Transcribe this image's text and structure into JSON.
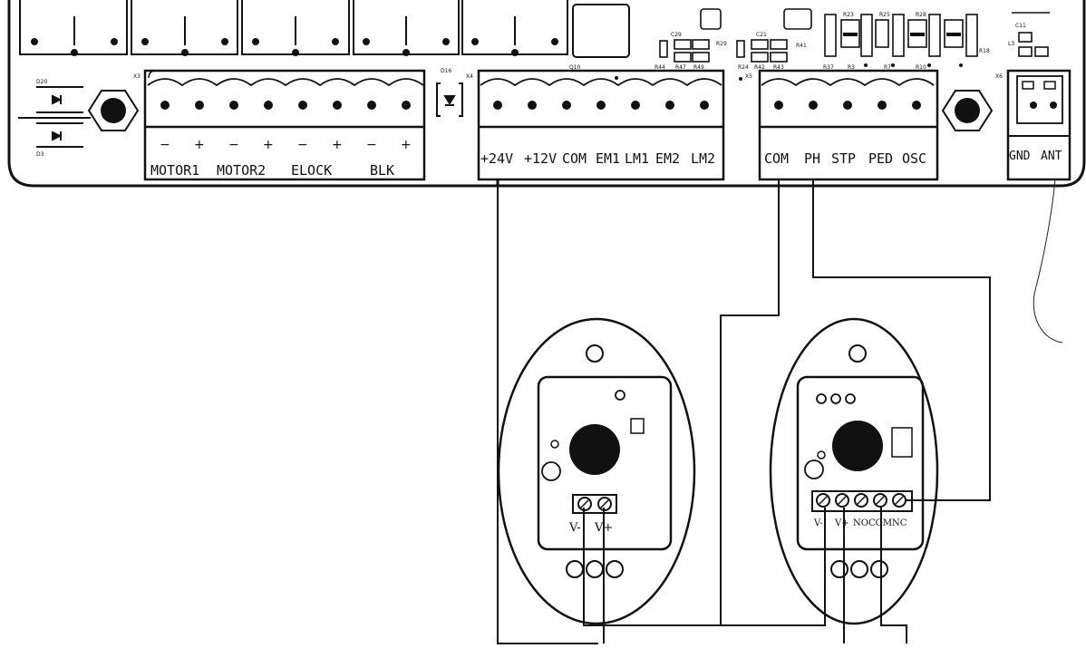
{
  "board": {
    "block_x3": {
      "polarity": [
        "−",
        "+",
        "−",
        "+",
        "−",
        "+",
        "−",
        "+"
      ],
      "labels": [
        "MOTOR1",
        "MOTOR2",
        "ELOCK",
        "BLK"
      ]
    },
    "block_x4": {
      "labels": [
        "+24V",
        "+12V",
        "COM",
        "EM1",
        "LM1",
        "EM2",
        "LM2"
      ]
    },
    "block_x5": {
      "labels": [
        "COM",
        "PH",
        "STP",
        "PED",
        "OSC"
      ]
    },
    "block_x6": {
      "labels": [
        "GND",
        "ANT"
      ]
    },
    "silk_labels": {
      "x3": "X3",
      "x4": "X4",
      "x5": "X5",
      "x6": "X6",
      "d20": "D20",
      "d3": "D3",
      "d16": "D16",
      "q10": "Q10",
      "r44": "R44",
      "r47": "R47",
      "r49": "R49",
      "r24": "R24",
      "r42": "R42",
      "r43": "R43",
      "r41": "R41",
      "r37": "R37",
      "r3": "R3",
      "r7": "R7",
      "r10": "R10",
      "r18": "R18",
      "c29": "C29",
      "c21": "C21",
      "c11": "C11",
      "r29": "R29",
      "l3": "L3",
      "r23": "R23",
      "r25": "R25",
      "r28": "R28"
    }
  },
  "transmitter": {
    "terminals": [
      "V-",
      "V+"
    ]
  },
  "receiver": {
    "terminals": [
      "V-",
      "V+",
      "NO",
      "COM",
      "NC"
    ]
  }
}
